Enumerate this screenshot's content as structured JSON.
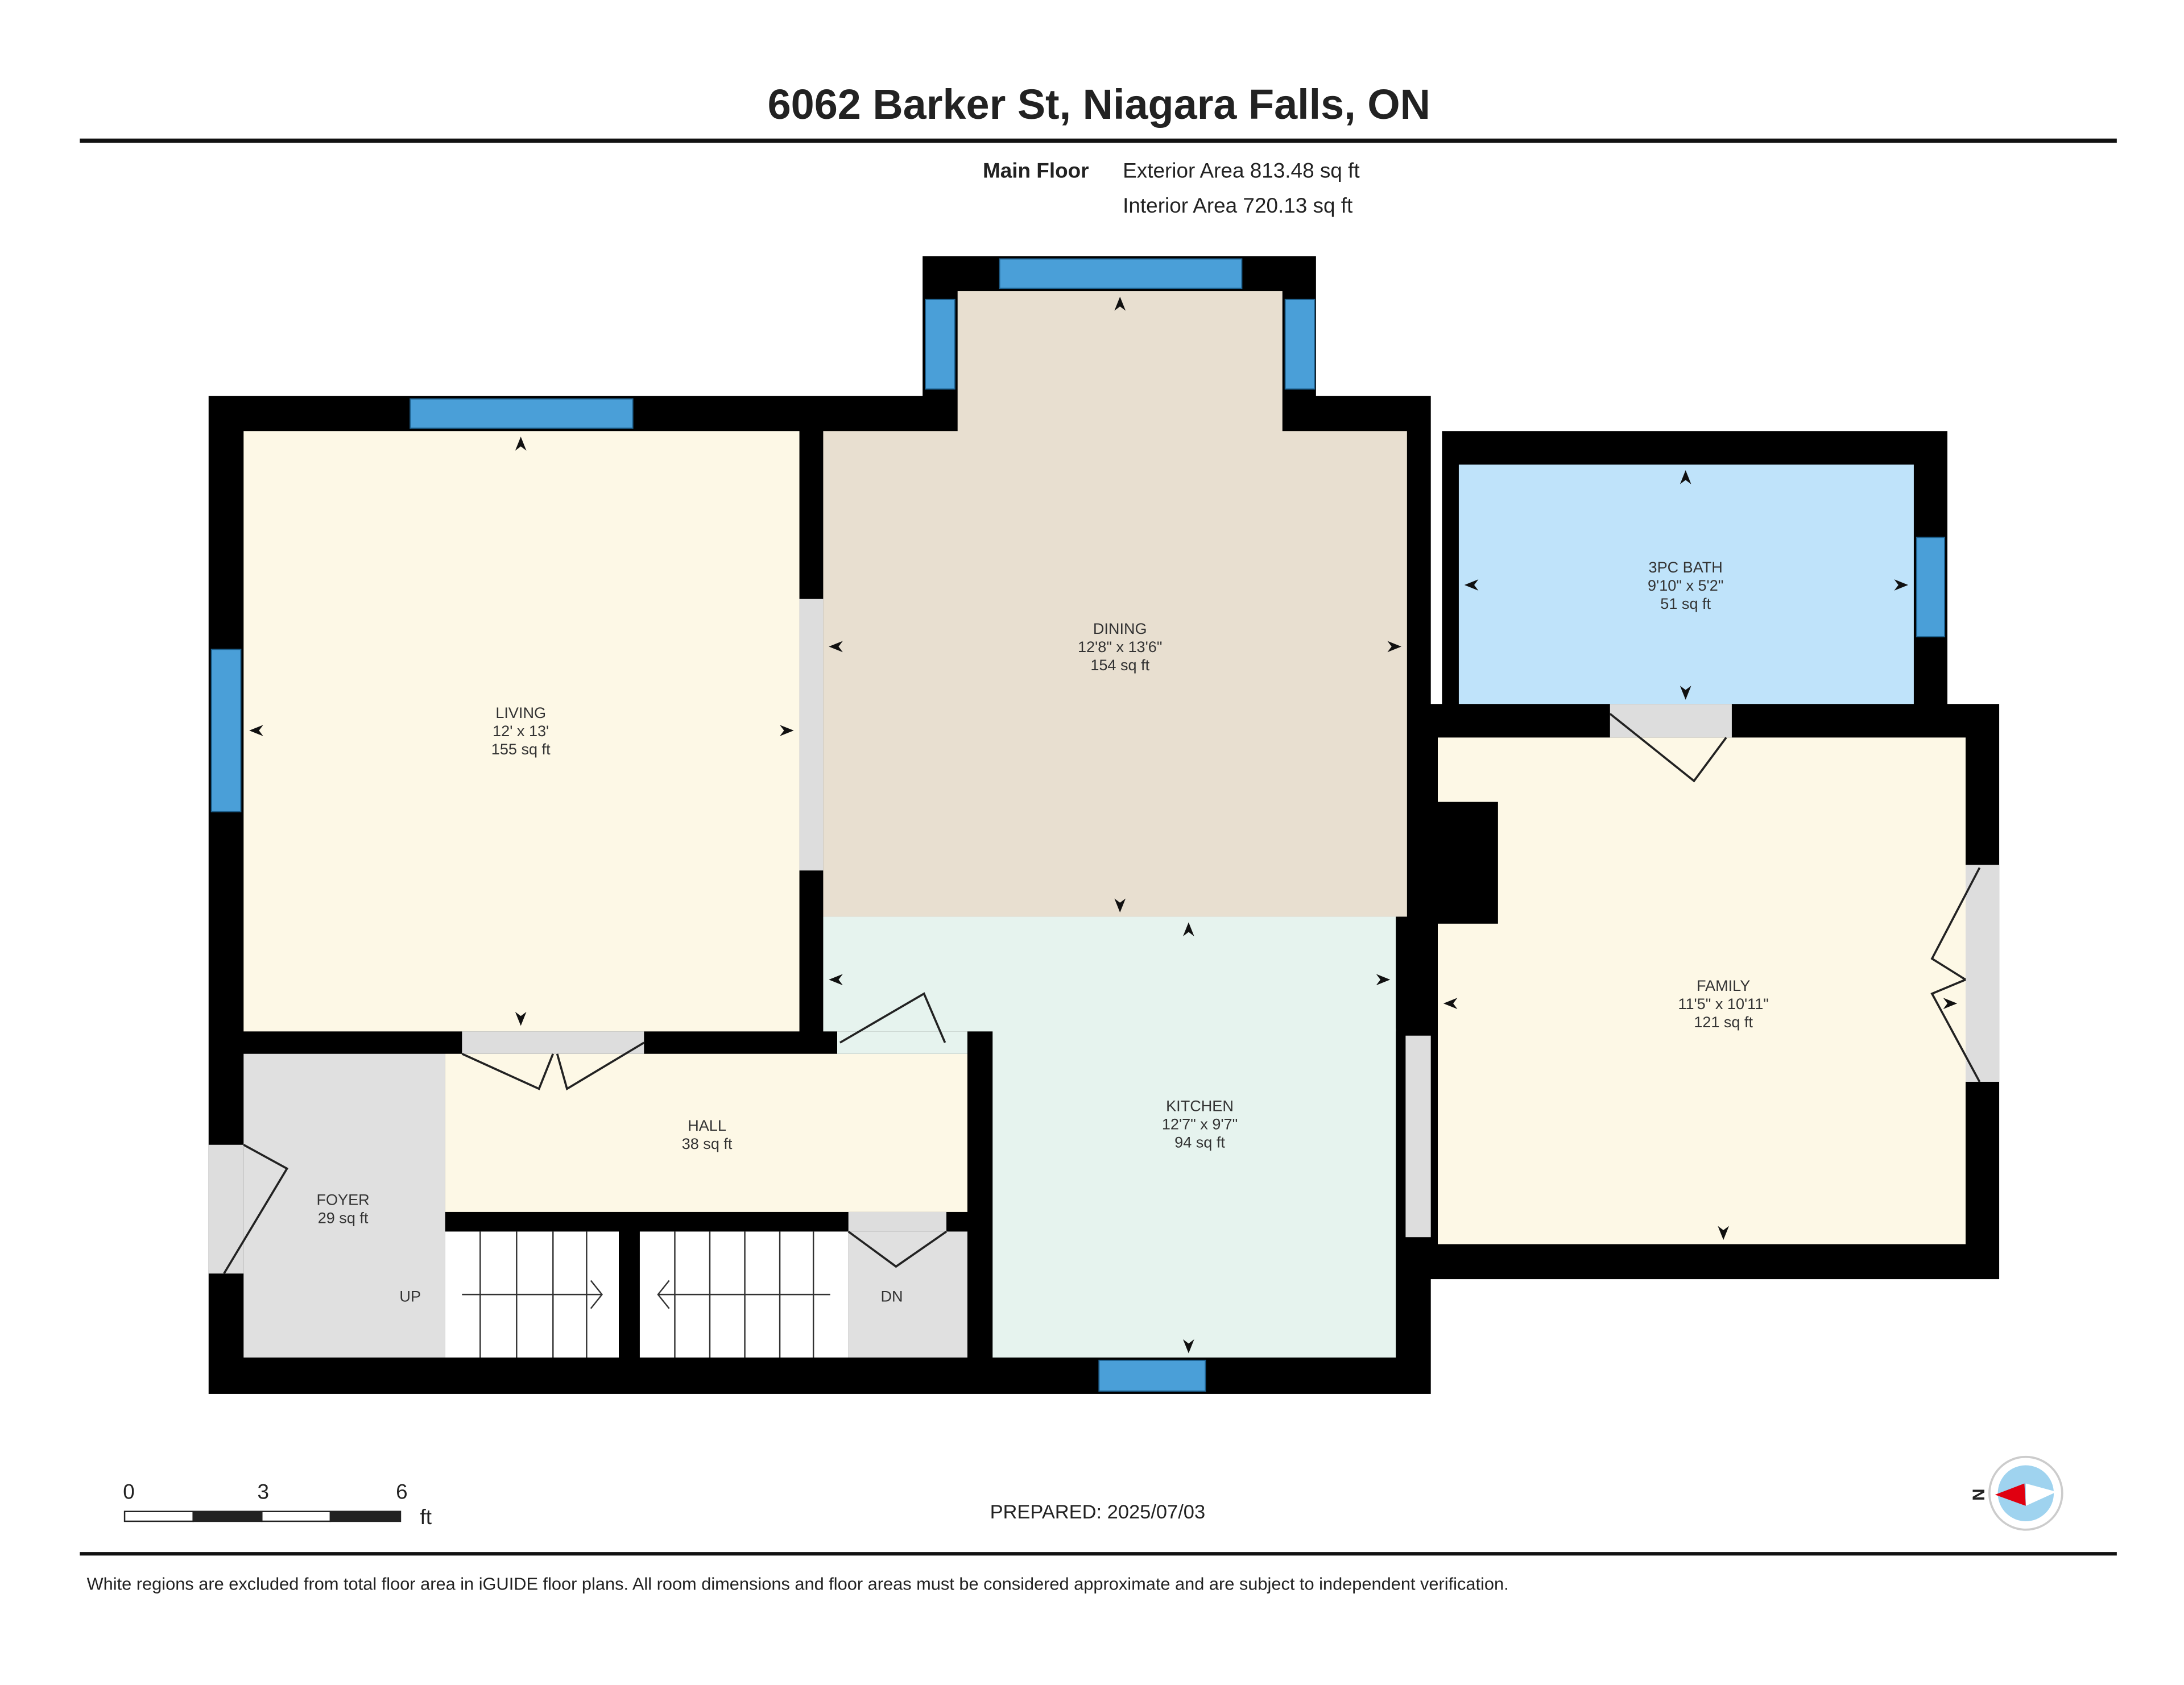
{
  "title": "6062 Barker St, Niagara Falls, ON",
  "floor": {
    "name": "Main Floor",
    "exterior_area": "Exterior Area 813.48 sq ft",
    "interior_area": "Interior Area 720.13 sq ft"
  },
  "rooms": {
    "living": {
      "name": "LIVING",
      "dims": "12' x 13'",
      "area": "155 sq ft"
    },
    "dining": {
      "name": "DINING",
      "dims": "12'8\" x 13'6\"",
      "area": "154 sq ft"
    },
    "bath": {
      "name": "3PC BATH",
      "dims": "9'10\" x 5'2\"",
      "area": "51 sq ft"
    },
    "family": {
      "name": "FAMILY",
      "dims": "11'5\" x 10'11\"",
      "area": "121 sq ft"
    },
    "kitchen": {
      "name": "KITCHEN",
      "dims": "12'7\" x 9'7\"",
      "area": "94 sq ft"
    },
    "hall": {
      "name": "HALL",
      "area": "38 sq ft"
    },
    "foyer": {
      "name": "FOYER",
      "area": "29 sq ft"
    },
    "stairs_up": "UP",
    "stairs_down": "DN"
  },
  "scale": {
    "labels": [
      "0",
      "3",
      "6"
    ],
    "unit": "ft"
  },
  "prepared": "PREPARED: 2025/07/03",
  "compass": {
    "label": "N",
    "icon": "compass-icon"
  },
  "footer": "White regions are excluded from total floor area in iGUIDE floor plans. All room dimensions and floor areas must be considered approximate and are subject to independent verification.",
  "colors": {
    "wall": "#000000",
    "window": "#4a9fd8",
    "living": "#fdf8e6",
    "dining": "#e8dfd0",
    "kitchen": "#e6f3ee",
    "bath": "#bfe3fa",
    "foyer": "#e0e0e0"
  }
}
